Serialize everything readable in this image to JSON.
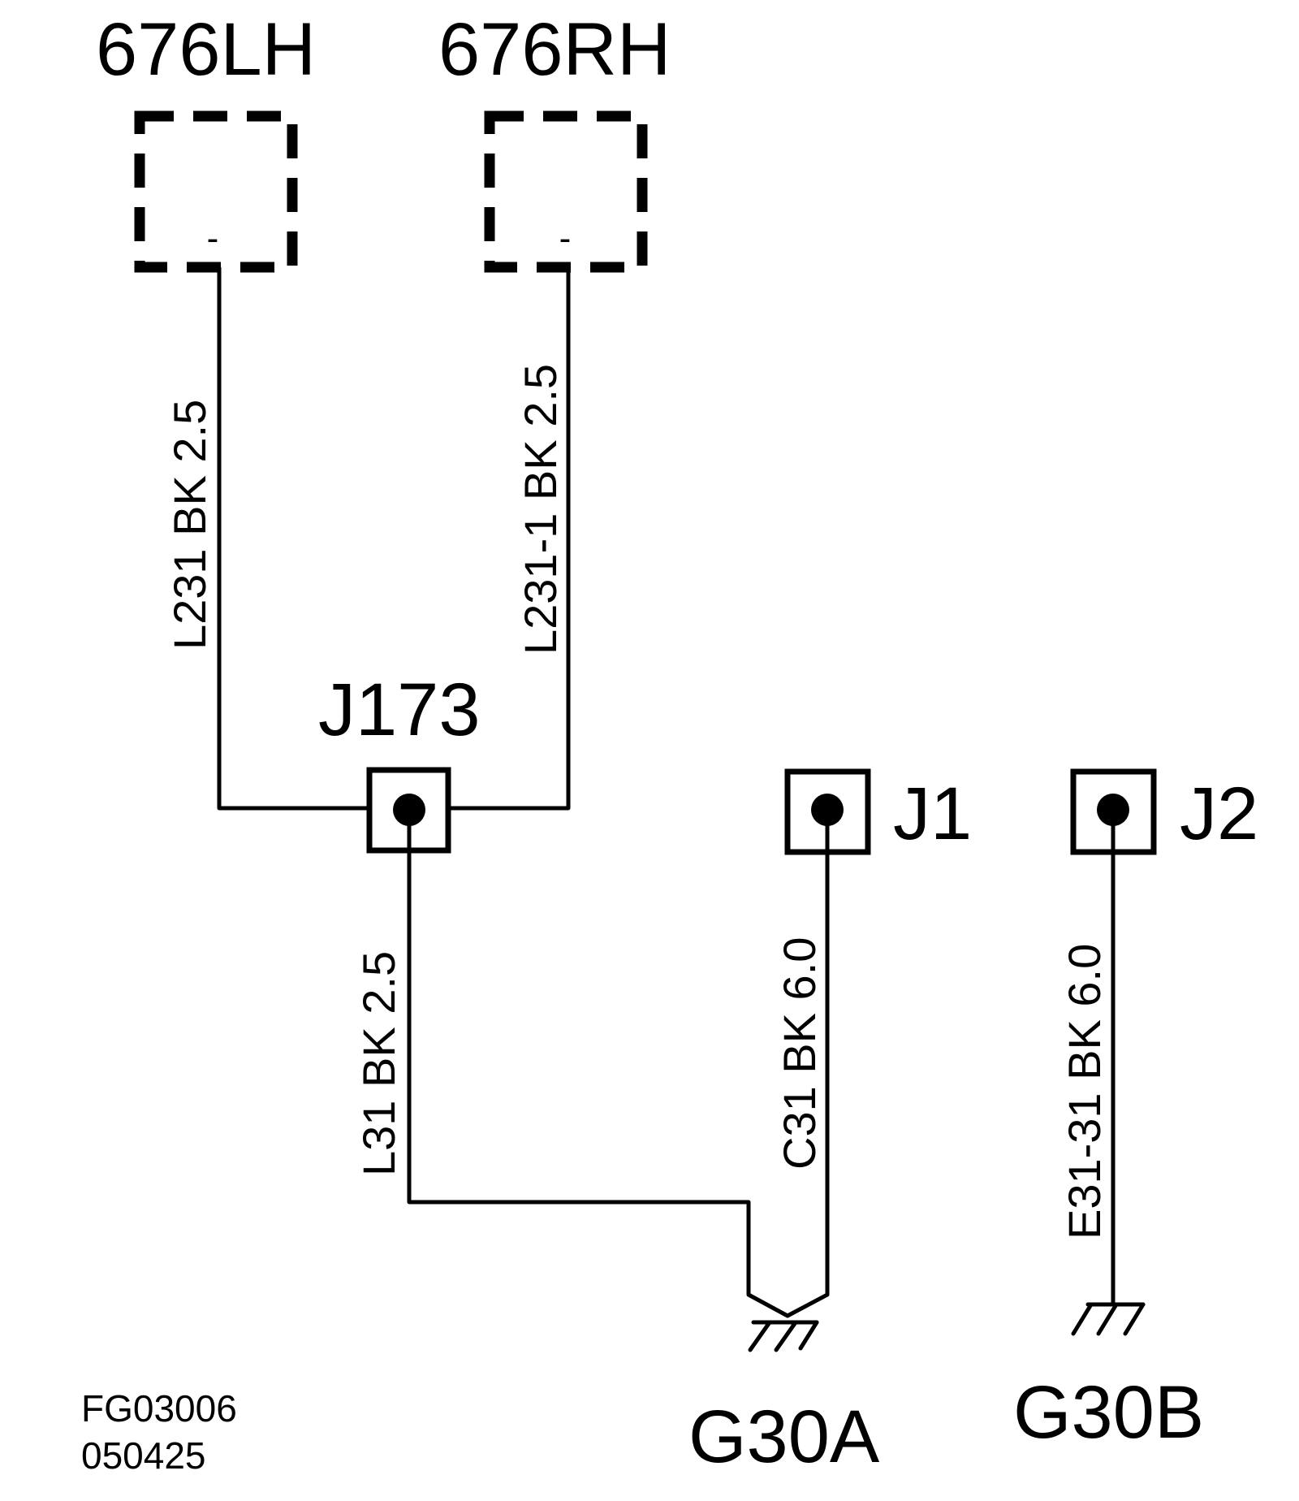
{
  "components": {
    "lamp_left": {
      "label": "676LH",
      "pin": "-"
    },
    "lamp_right": {
      "label": "676RH",
      "pin": "-"
    }
  },
  "junctions": {
    "j173": {
      "label": "J173"
    },
    "j1": {
      "label": "J1"
    },
    "j2": {
      "label": "J2"
    }
  },
  "wires": {
    "left_lamp": "L231  BK  2.5",
    "right_lamp": "L231-1 BK  2.5",
    "j173_to_ground": "L31  BK  2.5",
    "j1_to_ground": "C31 BK 6.0",
    "j2_to_ground": "E31-31  BK 6.0"
  },
  "grounds": {
    "g30a": {
      "label": "G30A"
    },
    "g30b": {
      "label": "G30B"
    }
  },
  "reference": {
    "figure_id": "FG03006",
    "date_code": "050425"
  }
}
